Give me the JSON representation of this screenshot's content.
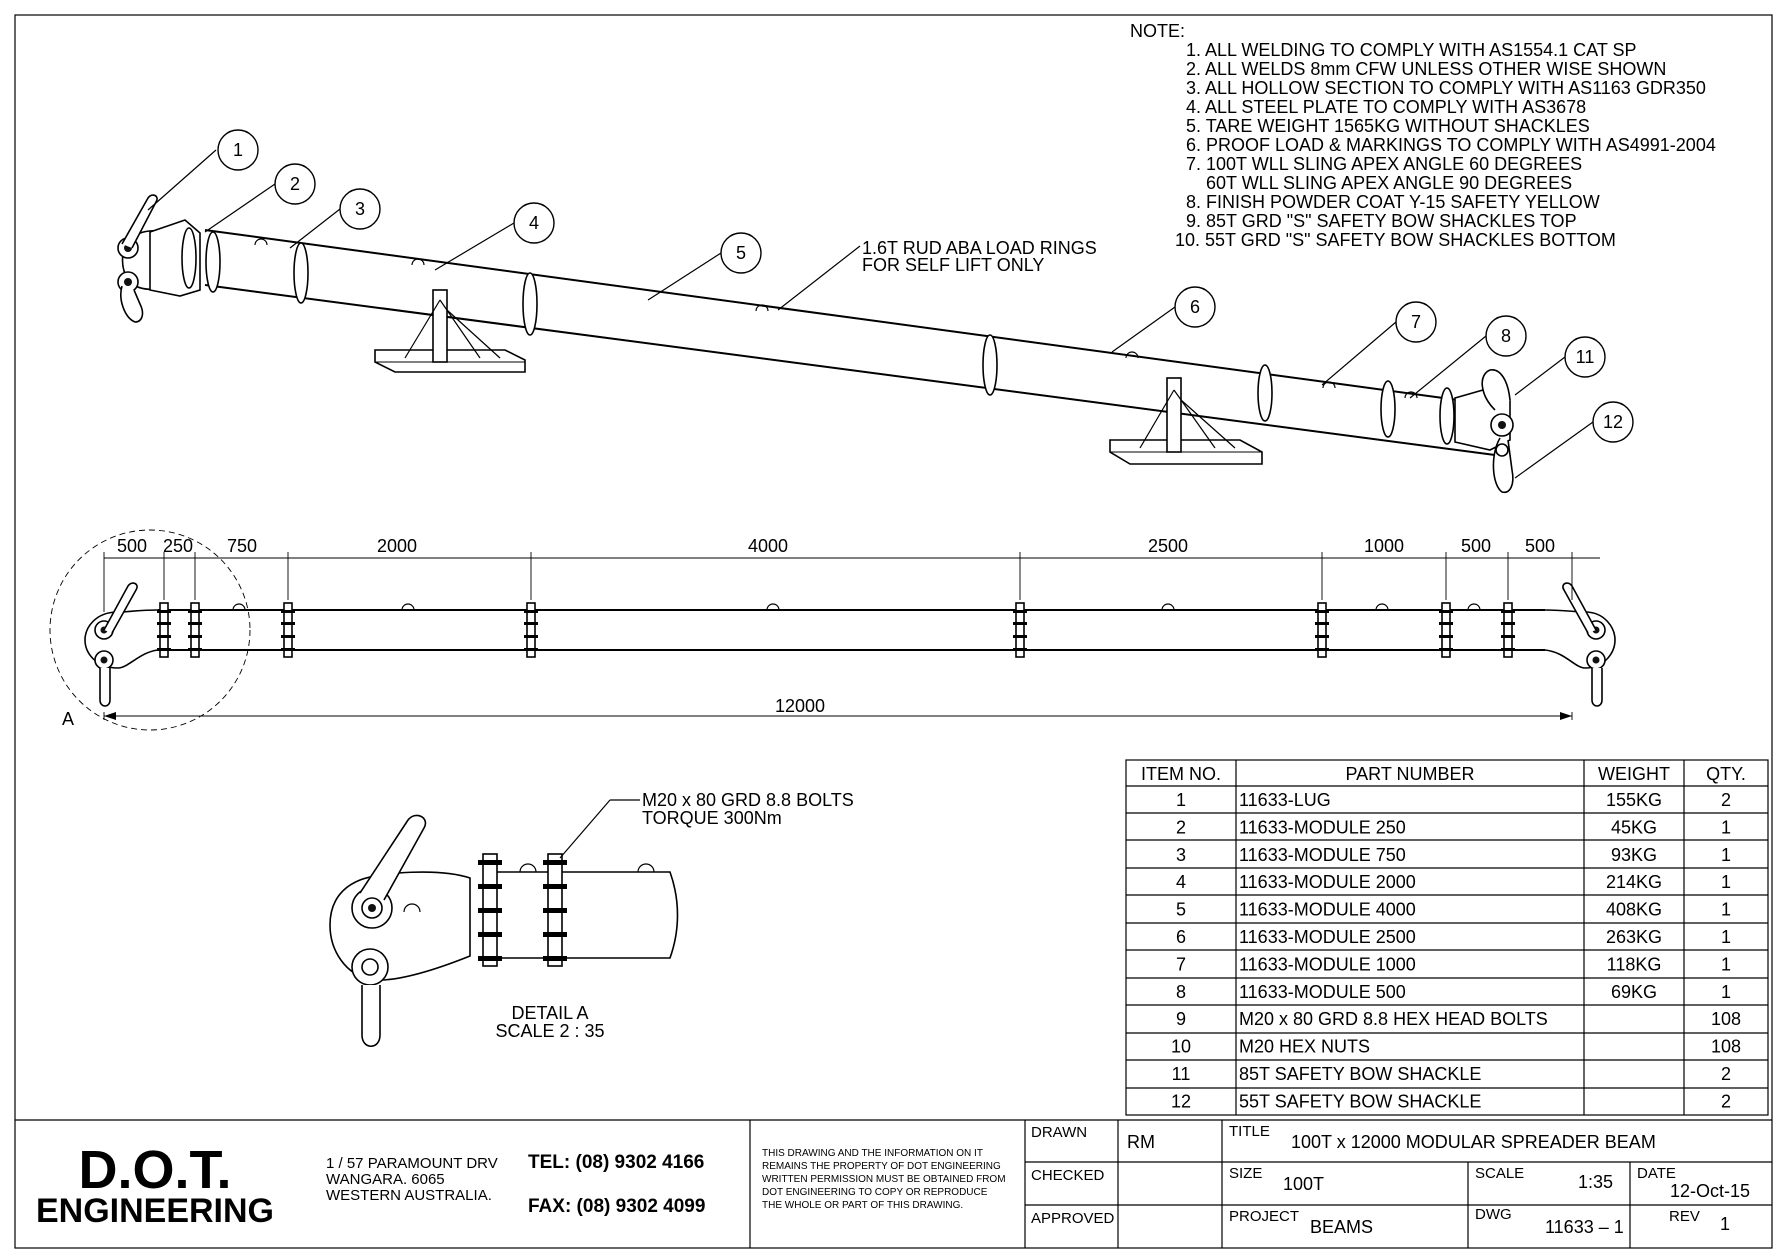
{
  "notes": {
    "heading": "NOTE:",
    "lines": [
      "1. ALL WELDING TO COMPLY  WITH AS1554.1 CAT SP",
      "2. ALL WELDS 8mm CFW UNLESS OTHER WISE SHOWN",
      "3. ALL HOLLOW SECTION TO COMPLY  WITH AS1163 GDR350",
      "4. ALL STEEL PLATE TO COMPLY WITH AS3678",
      "5. TARE WEIGHT 1565KG WITHOUT SHACKLES",
      "6. PROOF LOAD & MARKINGS TO COMPLY  WITH AS4991-2004",
      "7. 100T WLL SLING APEX ANGLE 60 DEGREES",
      "    60T WLL SLING APEX ANGLE 90 DEGREES",
      "8. FINISH POWDER COAT Y-15 SAFETY YELLOW",
      "9. 85T GRD \"S\" SAFETY BOW SHACKLES TOP",
      "10. 55T GRD \"S\" SAFETY BOW SHACKLES BOTTOM"
    ]
  },
  "iso_view": {
    "callouts": [
      "1",
      "2",
      "3",
      "4",
      "5",
      "6",
      "7",
      "8",
      "11",
      "12"
    ],
    "load_ring_note": [
      "1.6T RUD ABA LOAD RINGS",
      "FOR SELF LIFT ONLY"
    ]
  },
  "elevation": {
    "dimensions": [
      "500",
      "250",
      "750",
      "2000",
      "4000",
      "2500",
      "1000",
      "500",
      "500"
    ],
    "overall_length": "12000",
    "detail_marker": "A"
  },
  "detail": {
    "bolt_note": [
      "M20 x 80 GRD 8.8 BOLTS",
      "TORQUE 300Nm"
    ],
    "title": "DETAIL A",
    "scale": "SCALE 2 : 35"
  },
  "bom": {
    "headers": [
      "ITEM NO.",
      "PART NUMBER",
      "WEIGHT",
      "QTY."
    ],
    "rows": [
      [
        "1",
        "11633-LUG",
        "155KG",
        "2"
      ],
      [
        "2",
        "11633-MODULE 250",
        "45KG",
        "1"
      ],
      [
        "3",
        "11633-MODULE 750",
        "93KG",
        "1"
      ],
      [
        "4",
        "11633-MODULE 2000",
        "214KG",
        "1"
      ],
      [
        "5",
        "11633-MODULE 4000",
        "408KG",
        "1"
      ],
      [
        "6",
        "11633-MODULE 2500",
        "263KG",
        "1"
      ],
      [
        "7",
        "11633-MODULE 1000",
        "118KG",
        "1"
      ],
      [
        "8",
        "11633-MODULE 500",
        "69KG",
        "1"
      ],
      [
        "9",
        "M20 x 80 GRD 8.8 HEX HEAD BOLTS",
        "",
        "108"
      ],
      [
        "10",
        "M20 HEX NUTS",
        "",
        "108"
      ],
      [
        "11",
        "85T SAFETY BOW SHACKLE",
        "",
        "2"
      ],
      [
        "12",
        "55T SAFETY BOW SHACKLE",
        "",
        "2"
      ]
    ]
  },
  "title_block": {
    "company_line1": "D.O.T.",
    "company_line2": "ENGINEERING",
    "brand_color_top": "#6b3d26",
    "brand_color_bottom": "#1f3fb5",
    "address": [
      "1 / 57 PARAMOUNT DRV",
      "WANGARA. 6065",
      "WESTERN AUSTRALIA."
    ],
    "tel": "TEL: (08) 9302 4166",
    "fax": "FAX: (08) 9302 4099",
    "copyright": [
      "THIS DRAWING AND THE INFORMATION ON IT",
      "REMAINS THE PROPERTY OF DOT ENGINEERING",
      "WRITTEN PERMISSION MUST BE OBTAINED FROM",
      "DOT ENGINEERING TO COPY OR REPRODUCE",
      "THE WHOLE OR PART OF THIS DRAWING."
    ],
    "drawn_label": "DRAWN",
    "drawn_value": "RM",
    "checked_label": "CHECKED",
    "approved_label": "APPROVED",
    "title_label": "TITLE",
    "title_value": "100T x 12000 MODULAR SPREADER BEAM",
    "size_label": "SIZE",
    "size_value": "100T",
    "scale_label": "SCALE",
    "scale_value": "1:35",
    "date_label": "DATE",
    "date_value": "12-Oct-15",
    "project_label": "PROJECT",
    "project_value": "BEAMS",
    "dwg_label": "DWG",
    "dwg_value": "11633  –  1",
    "rev_label": "REV",
    "rev_value": "1"
  }
}
